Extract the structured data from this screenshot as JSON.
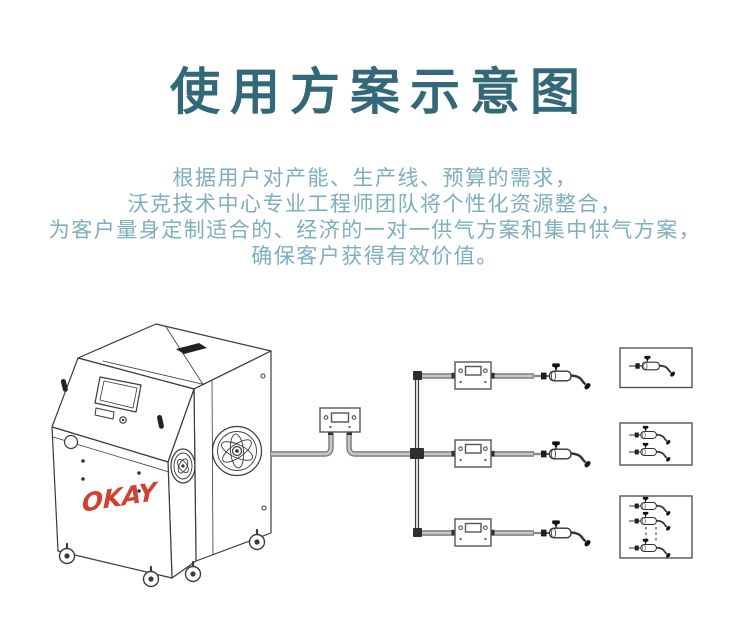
{
  "title": {
    "text": "使用方案示意图"
  },
  "intro": {
    "lines": [
      "根据用户对产能、生产线、预算的需求，",
      "沃克技术中心专业工程师团队将个性化资源整合，",
      "为客户量身定制适合的、经济的一对一供气方案和集中供气方案，",
      "确保客户获得有效价值。"
    ]
  },
  "diagram": {
    "machine": {
      "name": "gas-generator-machine",
      "logo": "OKAY"
    },
    "parts": {
      "inline_box": "inline-regulator-box",
      "manifold": "distribution-manifold-pipe",
      "branch_box": "branch-regulator-box",
      "torch": "gas-torch"
    },
    "options": [
      {
        "torch_count": 1,
        "ellipsis": false
      },
      {
        "torch_count": 2,
        "ellipsis": false
      },
      {
        "torch_count": 3,
        "ellipsis": true
      }
    ]
  },
  "colors": {
    "title-color": "#336879",
    "body-color": "#7dafbf",
    "logo-red": "#d43f2f",
    "line": "#3b3b3b",
    "pipe-edge": "#757575",
    "pipe-fill": "#c6c6c6",
    "bg": "#ffffff"
  }
}
